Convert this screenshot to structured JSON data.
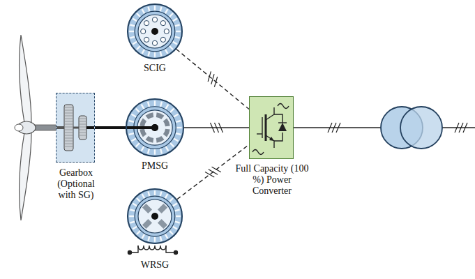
{
  "diagram": {
    "nodes": [
      {
        "text": [
          "Gearbox (Optional with SG)"
        ]
      },
      {
        "text": [
          "SCIG"
        ]
      },
      {
        "text": [
          "PMSG"
        ]
      },
      {
        "text": [
          "WRSG"
        ]
      },
      {
        "text": [
          "Full Capacity (100 %) Power Converter"
        ]
      }
    ],
    "edges": [
      {
        "from": 0,
        "to": 2,
        "arrow": "none"
      },
      {
        "from": 1,
        "to": 4,
        "arrow": "none"
      },
      {
        "from": 2,
        "to": 4,
        "arrow": "none"
      },
      {
        "from": 3,
        "to": 4,
        "arrow": "none"
      }
    ]
  }
}
